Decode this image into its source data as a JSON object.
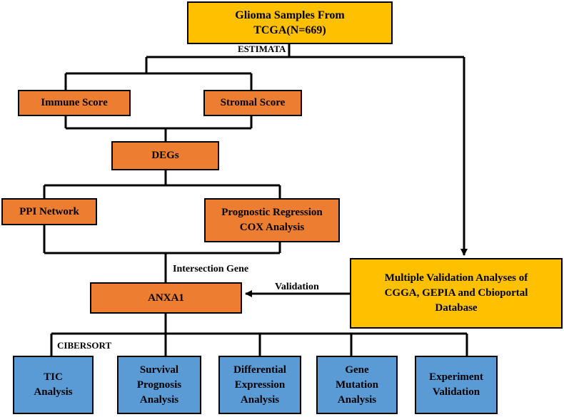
{
  "colors": {
    "orange": "#ED7D31",
    "yellow": "#FFC000",
    "blue": "#5B9BD5",
    "line": "#000000"
  },
  "nodes": {
    "source": "Glioma Samples From\nTCGA(N=669)",
    "immune": "Immune Score",
    "stromal": "Stromal Score",
    "degs": "DEGs",
    "ppi": "PPI Network",
    "cox": "Prognostic Regression\nCOX Analysis",
    "anxa1": "ANXA1",
    "validation_db": "Multiple Validation Analyses of\nCGGA, GEPIA and Cbioportal\nDatabase",
    "tic": "TIC\nAnalysis",
    "survival": "Survival\nPrognosis\nAnalysis",
    "differential": "Differential\nExpression\nAnalysis",
    "mutation": "Gene\nMutation\nAnalysis",
    "experiment": "Experiment\nValidation"
  },
  "edge_labels": {
    "estimata": "ESTIMATA",
    "intersection": "Intersection Gene",
    "validation": "Validation",
    "cibersort": "CIBERSORT"
  }
}
